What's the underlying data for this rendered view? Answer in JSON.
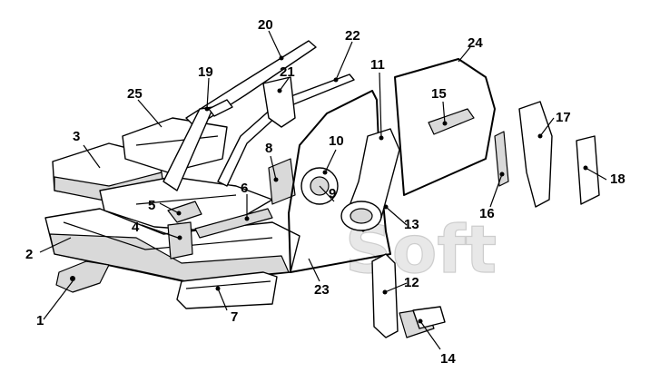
{
  "diagram": {
    "callouts": [
      "1",
      "2",
      "3",
      "4",
      "5",
      "6",
      "7",
      "8",
      "9",
      "10",
      "11",
      "12",
      "13",
      "14",
      "15",
      "16",
      "17",
      "18",
      "19",
      "20",
      "21",
      "22",
      "23",
      "24",
      "25"
    ]
  },
  "watermark": "Soft"
}
